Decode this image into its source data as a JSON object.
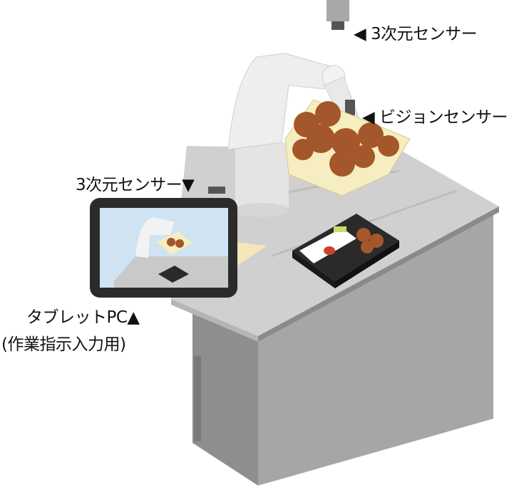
{
  "labels": {
    "top_sensor": "◀ 3次元センサー",
    "vision_sensor": "◀ ビジョンセンサー",
    "table_sensor": "3次元センサー▼",
    "tablet": "タブレットPC▲",
    "tablet_note": "(作業指示入力用)"
  },
  "colors": {
    "counter_top": "#c9c9c9",
    "counter_side": "#9e9e9e",
    "robot": "#ececec",
    "tray": "#f6edc0",
    "food": "#a4572a",
    "tablet_frame": "#2b2b2b",
    "tablet_screen": "#cfe3f3"
  }
}
